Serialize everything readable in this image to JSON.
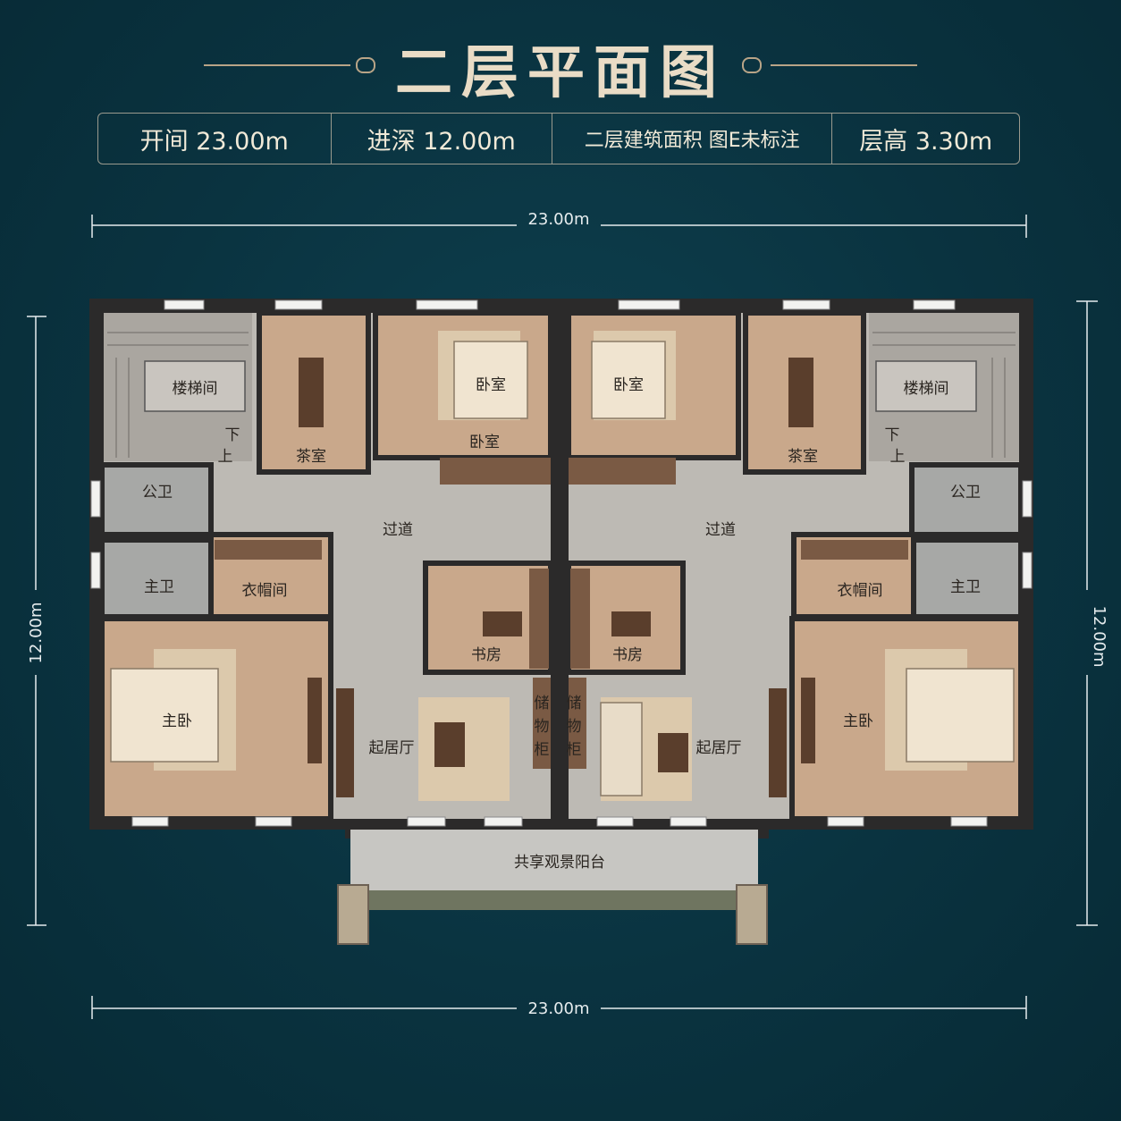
{
  "title": "二层平面图",
  "info": {
    "width": "开间 23.00m",
    "depth": "进深 12.00m",
    "area": "二层建筑面积 图E未标注",
    "height": "层高 3.30m"
  },
  "dimensions": {
    "top": "23.00m",
    "bottom": "23.00m",
    "left": "12.00m",
    "right": "12.00m"
  },
  "rooms": {
    "stair": "楼梯间",
    "down": "下",
    "up": "上",
    "tea": "茶室",
    "bedroom": "卧室",
    "corridor": "过道",
    "public_bath": "公卫",
    "master_bath": "主卫",
    "closet": "衣帽间",
    "study": "书房",
    "storage_1": "储",
    "storage_2": "物",
    "storage_3": "柜",
    "living": "起居厅",
    "master": "主卧",
    "balcony": "共享观景阳台"
  },
  "colors": {
    "background": "#0a3340",
    "wall": "#2b2a2a",
    "floor_wood": "#c9a88b",
    "floor_gray": "#bdbab4",
    "rug": "#dcc9ac",
    "accent": "#e9dcc6"
  }
}
